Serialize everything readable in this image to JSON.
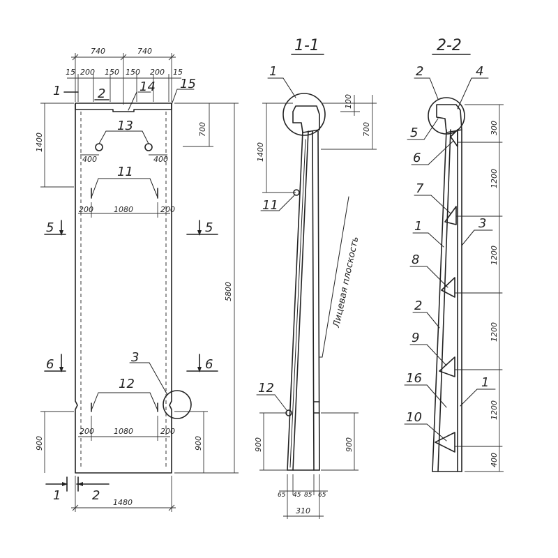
{
  "views": {
    "plan": {
      "top_dims": [
        "740",
        "740"
      ],
      "sub_dims": [
        "15",
        "200",
        "150",
        "150",
        "200",
        "15"
      ],
      "bottom_width": "1480",
      "left_top_dim": "1400",
      "left_bottom_dim": "900",
      "right_top_dim": "700",
      "right_bottom_dim": "900",
      "overall_height": "5800",
      "row_upper": {
        "left": "200",
        "mid": "1080",
        "right": "200"
      },
      "row_lower": {
        "left": "200",
        "mid": "1080",
        "right": "200"
      },
      "holes": {
        "left": "400",
        "right": "400"
      },
      "callouts": {
        "c13": "13",
        "c11": "11",
        "c12": "12",
        "c14": "14",
        "c15": "15",
        "c3": "3"
      },
      "section_marks": {
        "s1": "1",
        "s2": "2",
        "s5": "5",
        "s6": "6"
      }
    },
    "section_1_1": {
      "title": "1-1",
      "dims": {
        "top_small": "100",
        "top": "700",
        "left_top": "1400",
        "left_bottom": "900",
        "right_bottom": "900"
      },
      "bottom_dims": [
        "65",
        "45",
        "85",
        "65"
      ],
      "bottom_total": "310",
      "callouts": {
        "c1": "1",
        "c11": "11",
        "c12": "12"
      },
      "face_label": "Лицевая плоскость"
    },
    "section_2_2": {
      "title": "2-2",
      "right_dims": [
        "300",
        "1200",
        "1200",
        "1200",
        "1200",
        "400"
      ],
      "callouts": [
        "2",
        "4",
        "5",
        "6",
        "7",
        "1",
        "3",
        "8",
        "2",
        "9",
        "16",
        "1",
        "10"
      ]
    }
  }
}
